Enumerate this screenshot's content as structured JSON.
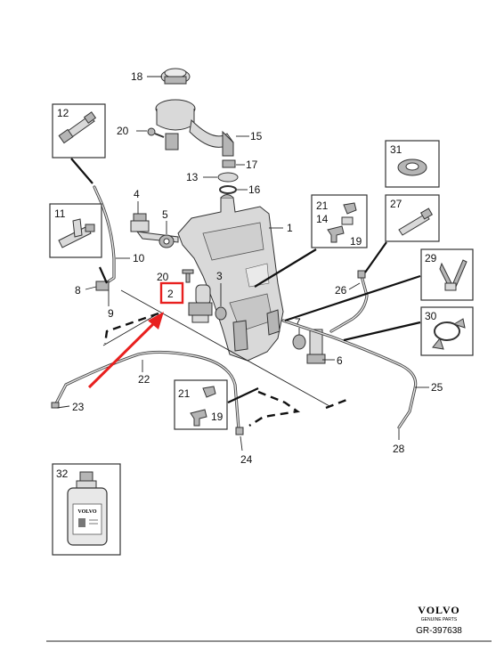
{
  "callouts": {
    "c1": "1",
    "c2": "2",
    "c3": "3",
    "c4": "4",
    "c5": "5",
    "c6": "6",
    "c7": "7",
    "c8": "8",
    "c9": "9",
    "c10": "10",
    "c11": "11",
    "c12": "12",
    "c13": "13",
    "c14": "14",
    "c15": "15",
    "c16": "16",
    "c17": "17",
    "c18": "18",
    "c19a": "19",
    "c19b": "19",
    "c20a": "20",
    "c20b": "20",
    "c21a": "21",
    "c21b": "21",
    "c22": "22",
    "c23": "23",
    "c24": "24",
    "c25": "25",
    "c26": "26",
    "c27": "27",
    "c28": "28",
    "c29": "29",
    "c30": "30",
    "c31": "31",
    "c32": "32"
  },
  "highlight": {
    "part": "2",
    "color": "#e8201f"
  },
  "bottle": {
    "brand": "VOLVO"
  },
  "footer": {
    "brand": "VOLVO",
    "subtitle": "GENUINE PARTS",
    "ref": "GR-397638"
  }
}
